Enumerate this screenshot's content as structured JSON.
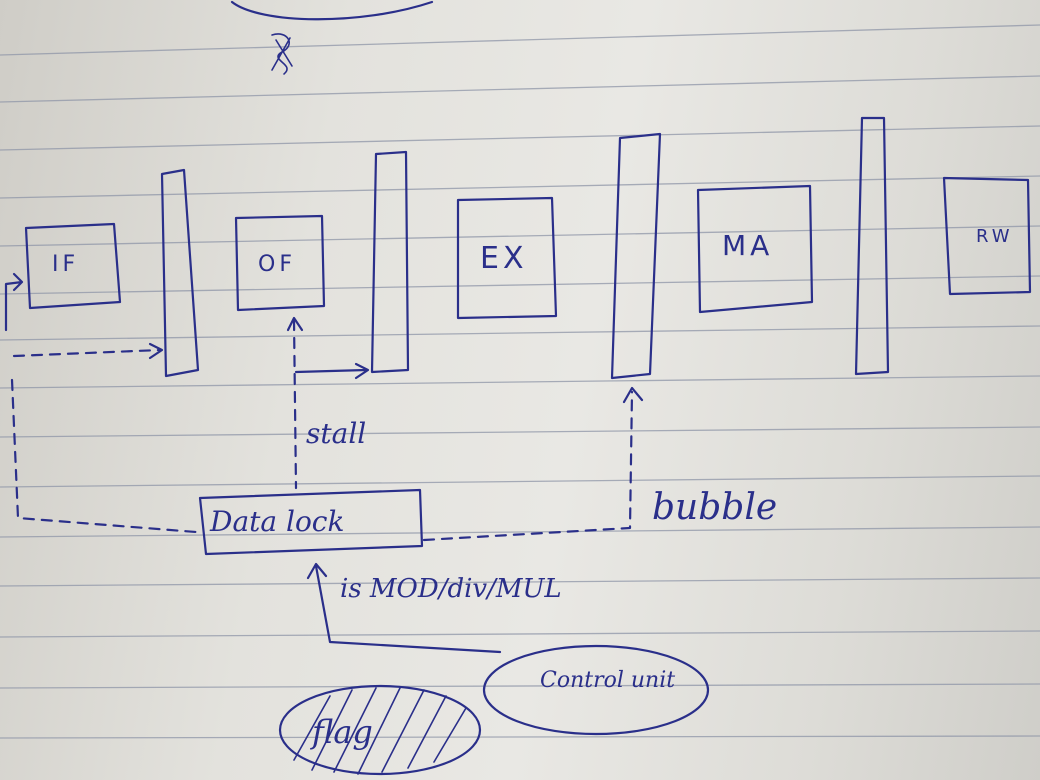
{
  "diagram": {
    "stages": [
      {
        "id": "if",
        "label": "IF"
      },
      {
        "id": "of",
        "label": "OF"
      },
      {
        "id": "ex",
        "label": "EX"
      },
      {
        "id": "ma",
        "label": "MA"
      },
      {
        "id": "rw",
        "label": "RW"
      }
    ],
    "annotations": {
      "stall": "stall",
      "bubble": "bubble",
      "data_lock": "Data lock",
      "condition": "is MOD/div/MUL",
      "control_unit": "Control unit",
      "flag": "flag"
    }
  },
  "colors": {
    "ink": "#2a2f8a",
    "paper": "#e6e5e0",
    "rule": "#8f96a8"
  }
}
